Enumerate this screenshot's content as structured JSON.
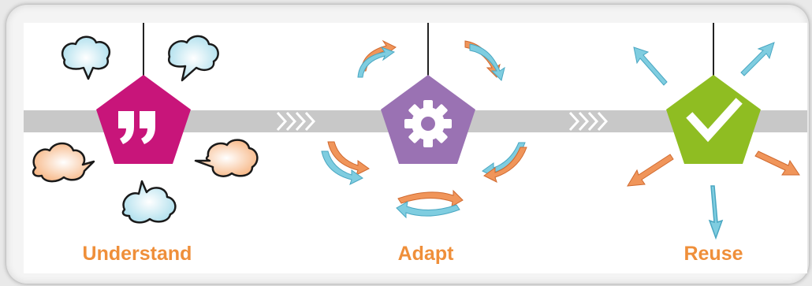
{
  "colors": {
    "band": "#c8c8c8",
    "chevron": "#ffffff",
    "label": "#ef8f3a",
    "understand": "#c8157a",
    "adapt": "#9a72b3",
    "reuse": "#8fbd22",
    "sketch_blue": "#7fcde0",
    "sketch_orange": "#f0955a"
  },
  "stages": [
    {
      "label": "Understand",
      "icon": "quote-icon"
    },
    {
      "label": "Adapt",
      "icon": "gear-icon"
    },
    {
      "label": "Reuse",
      "icon": "checkmark-icon"
    }
  ]
}
